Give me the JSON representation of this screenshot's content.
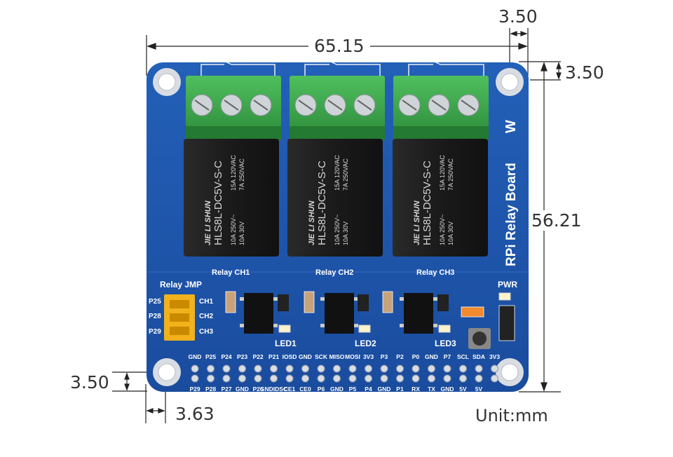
{
  "dimensions": {
    "width": "65.15",
    "height": "56.21",
    "hole_offset_top_x": "3.50",
    "hole_offset_top_y": "3.50",
    "hole_offset_bottom_y": "3.50",
    "hole_offset_bottom_x": "3.63",
    "unit": "Unit:mm"
  },
  "board": {
    "name": "RPi Relay Board",
    "channels": [
      {
        "label": "Relay CH1",
        "led": "LED1"
      },
      {
        "label": "Relay CH2",
        "led": "LED2"
      },
      {
        "label": "Relay CH3",
        "led": "LED3"
      }
    ],
    "relay": {
      "brand": "JIE LI SHUN",
      "model": "HLS8L-DC5V-S-C",
      "rating_a": "15A 120VAC",
      "rating_b": "7A 250VAC",
      "rating_c": "10A 250V~",
      "rating_d": "10A 30V"
    },
    "jumper": {
      "title": "Relay JMP",
      "pins": [
        "P25",
        "P28",
        "P29"
      ],
      "channels": [
        "CH1",
        "CH2",
        "CH3"
      ]
    },
    "power_label": "PWR",
    "header_top": [
      "GND",
      "P25",
      "P24",
      "P23",
      "P22",
      "P21",
      "IOSD",
      "GND",
      "SCK",
      "MISO",
      "MOSI",
      "3V3",
      "P3",
      "P2",
      "P0",
      "GND",
      "P7",
      "SCL",
      "SDA",
      "3V3"
    ],
    "header_bottom": [
      "P29",
      "P28",
      "P27",
      "GND",
      "P26",
      "GNDIDSC",
      "CE1",
      "CE0",
      "P6",
      "GND",
      "P5",
      "P4",
      "GND",
      "P1",
      "RX",
      "TX",
      "GND",
      "5V",
      "5V"
    ]
  },
  "colors": {
    "pcb": "#1a4fa3",
    "terminal": "#3aa24a",
    "relay_body": "#1c1c1c",
    "jumper": "#f2b21b"
  }
}
